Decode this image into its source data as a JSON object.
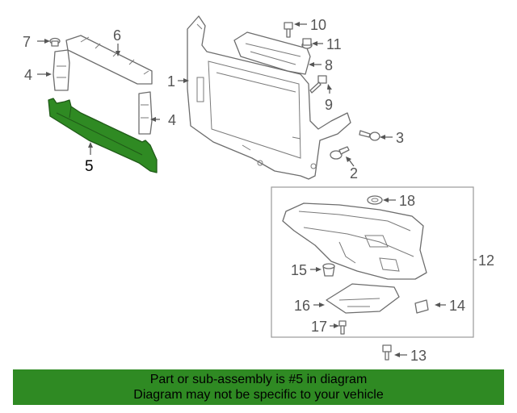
{
  "diagram": {
    "callouts": {
      "c1": "1",
      "c2": "2",
      "c3": "3",
      "c4a": "4",
      "c4b": "4",
      "c5": "5",
      "c6": "6",
      "c7": "7",
      "c8": "8",
      "c9": "9",
      "c10": "10",
      "c11": "11",
      "c12": "12",
      "c13": "13",
      "c14": "14",
      "c15": "15",
      "c16": "16",
      "c17": "17",
      "c18": "18"
    },
    "highlight_part": "5",
    "colors": {
      "highlight": "#2f8a23",
      "line": "#6d6d6d",
      "label": "#555555",
      "frame": "#9a9a9a"
    }
  },
  "banner": {
    "line1": "Part or sub-assembly is #5 in diagram",
    "line2": "Diagram may not be specific to your vehicle",
    "color": "#2f8a23"
  }
}
